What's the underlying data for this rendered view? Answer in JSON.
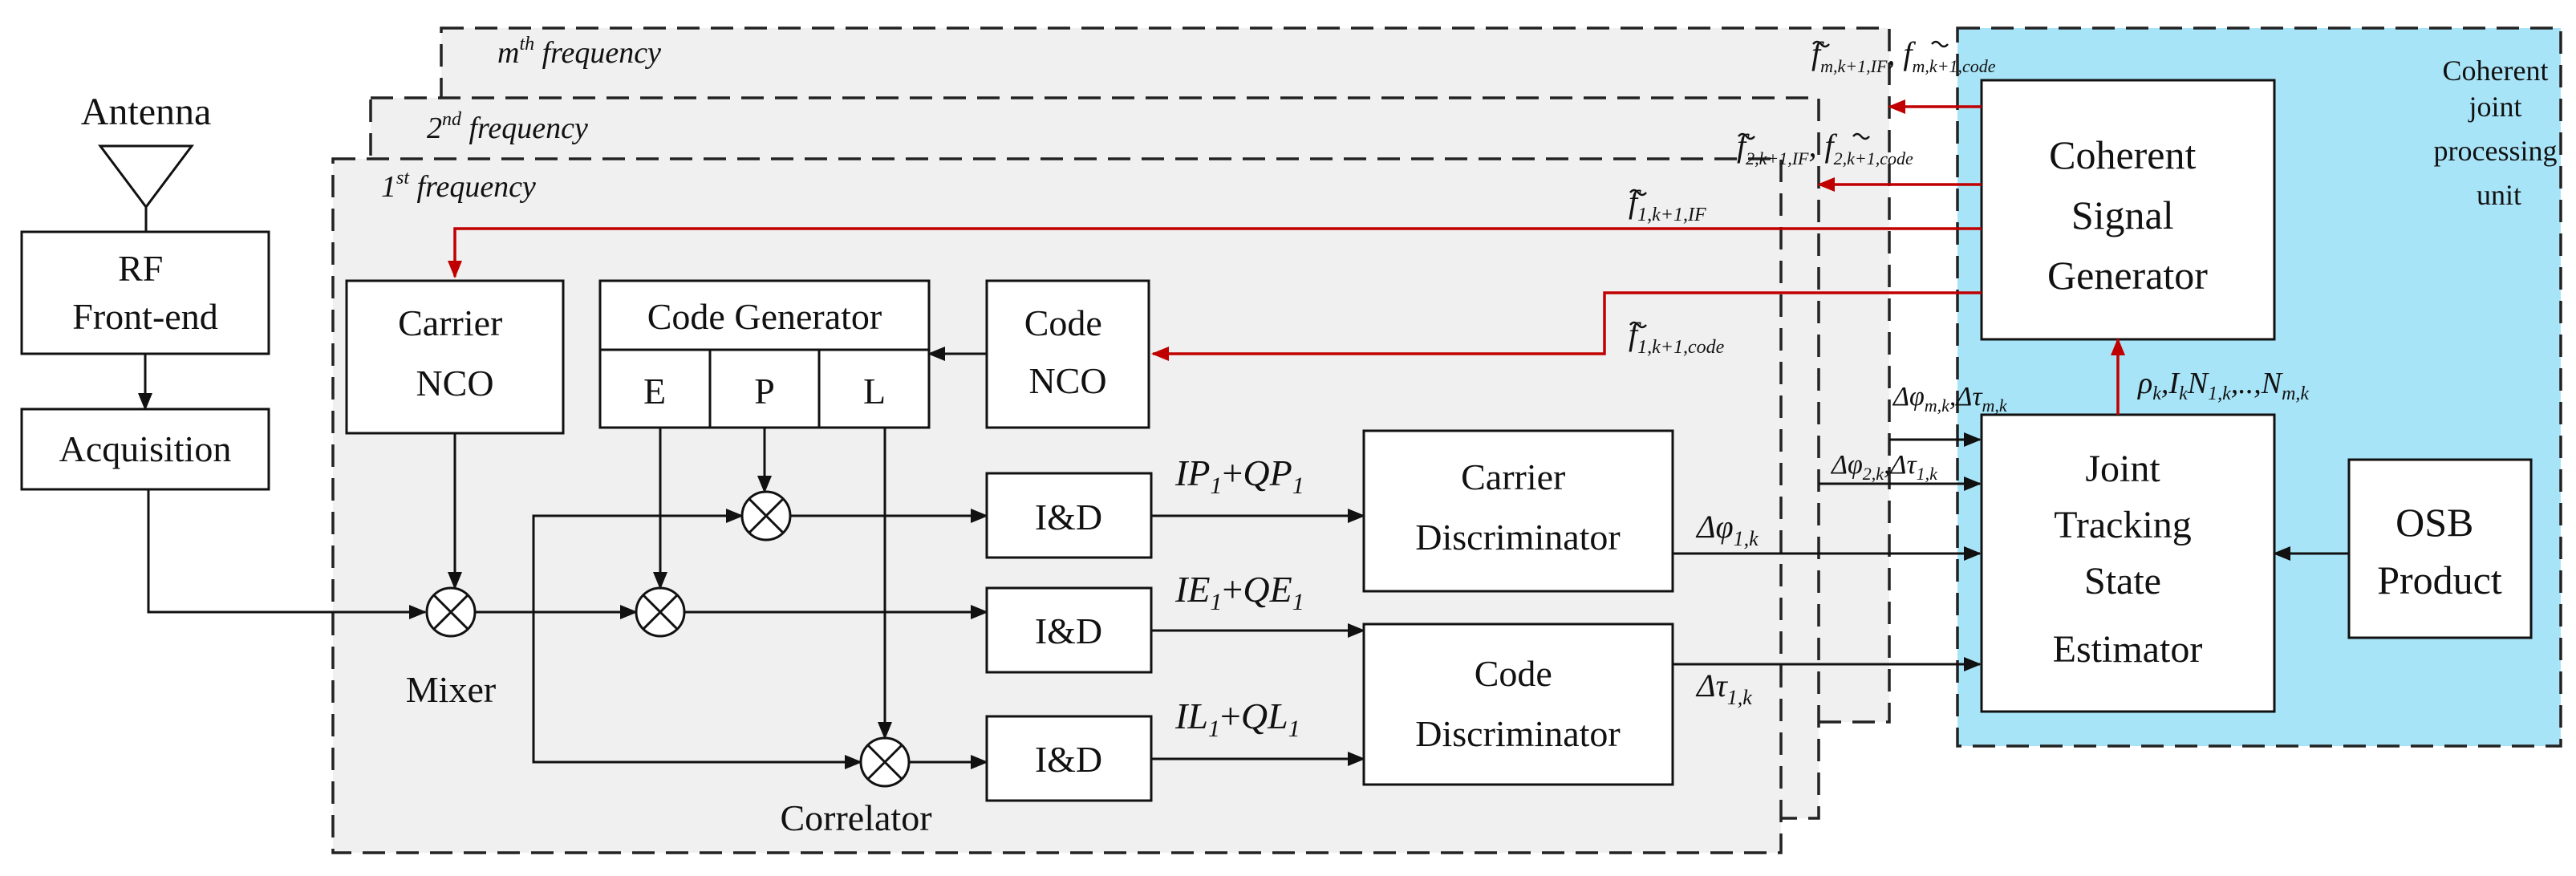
{
  "colors": {
    "feedback_arrow": "#c00000",
    "joint_unit_fill": "#a8e4f8",
    "frame_fill": "#f0f0f0",
    "line": "#111111"
  },
  "frames": {
    "mth": "m",
    "mth_sup": "th",
    "second": "2",
    "second_sup": "nd",
    "first": "1",
    "first_sup": "st",
    "suffix": " frequency"
  },
  "antenna_label": "Antenna",
  "blocks": {
    "rf_front_end": [
      "RF",
      "Front-end"
    ],
    "acquisition": "Acquisition",
    "carrier_nco": [
      "Carrier",
      "NCO"
    ],
    "code_generator": "Code Generator",
    "code_nco": [
      "Code",
      "NCO"
    ],
    "taps": [
      "E",
      "P",
      "L"
    ],
    "integrate_dump": "I&D",
    "carrier_discriminator": [
      "Carrier",
      "Discriminator"
    ],
    "code_discriminator": [
      "Code",
      "Discriminator"
    ],
    "coherent_signal_generator": [
      "Coherent",
      "Signal",
      "Generator"
    ],
    "joint_tracking_state_estimator": [
      "Joint",
      "Tracking",
      "State",
      "Estimator"
    ],
    "osb_product": [
      "OSB",
      "Product"
    ]
  },
  "unit_label": [
    "Coherent",
    "joint",
    "processing",
    "unit"
  ],
  "labels": {
    "mixer": "Mixer",
    "correlator": "Correlator",
    "ip_qp": {
      "a": "IP",
      "a_sub": "1",
      "op": "+",
      "b": "QP",
      "b_sub": "1"
    },
    "ie_qe": {
      "a": "IE",
      "a_sub": "1",
      "op": "+",
      "b": "QE",
      "b_sub": "1"
    },
    "il_ql": {
      "a": "IL",
      "a_sub": "1",
      "op": "+",
      "b": "QL",
      "b_sub": "1"
    },
    "dphi_1": {
      "sym": "Δφ",
      "sub": "1,k"
    },
    "dtau_1": {
      "sym": "Δτ",
      "sub": "1,k"
    },
    "dphi_m": "Δφ",
    "dphi_m_sub": "m,k",
    "dtau_m": "Δτ",
    "dtau_m_sub": "m,k",
    "dphi_2": "Δφ",
    "dphi_2_sub": "2,k",
    "dtau_2": "Δτ",
    "dtau_2_sub": "1,k",
    "f1_if": {
      "sym": "f",
      "sub": "1,k+1,IF"
    },
    "f1_code": {
      "sym": "f",
      "sub": "1,k+1,code"
    },
    "f2": {
      "a": "f",
      "a_sub": "2,k+1,IF",
      "sep": ", ",
      "b": "f",
      "b_sub": "2,k+1,code"
    },
    "fm": {
      "a": "f",
      "a_sub": "m,k+1,IF",
      "sep": ", ",
      "b": "f",
      "b_sub": "m,k+1,code"
    },
    "rho_label": {
      "rho": "ρ",
      "rho_sub": "k",
      "sep1": ",",
      "i": "I",
      "i_sub": "k",
      "n1": "N",
      "n1_sub": "1,k",
      "dots": ",..,",
      "nm": "N",
      "nm_sub": "m,k"
    }
  }
}
